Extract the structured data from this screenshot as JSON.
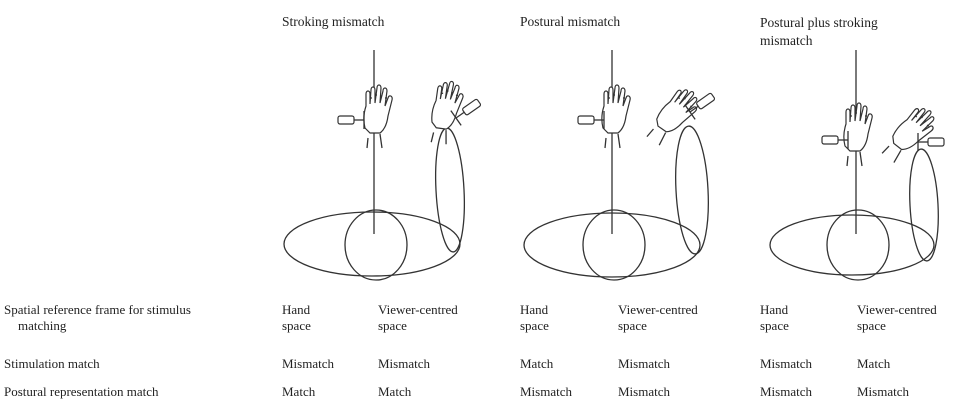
{
  "columns": [
    {
      "title": "Stroking mismatch"
    },
    {
      "title": "Postural mismatch"
    },
    {
      "title": "Postural plus stroking mismatch"
    }
  ],
  "rows": [
    {
      "label": "Spatial reference frame for stimulus matching",
      "cells": [
        "Hand space",
        "Viewer-centred space",
        "Hand space",
        "Viewer-centred space",
        "Hand space",
        "Viewer-centred space"
      ]
    },
    {
      "label": "Stimulation match",
      "cells": [
        "Mismatch",
        "Mismatch",
        "Match",
        "Mismatch",
        "Mismatch",
        "Match"
      ]
    },
    {
      "label": "Postural representation match",
      "cells": [
        "Match",
        "Match",
        "Mismatch",
        "Mismatch",
        "Mismatch",
        "Mismatch"
      ]
    }
  ]
}
